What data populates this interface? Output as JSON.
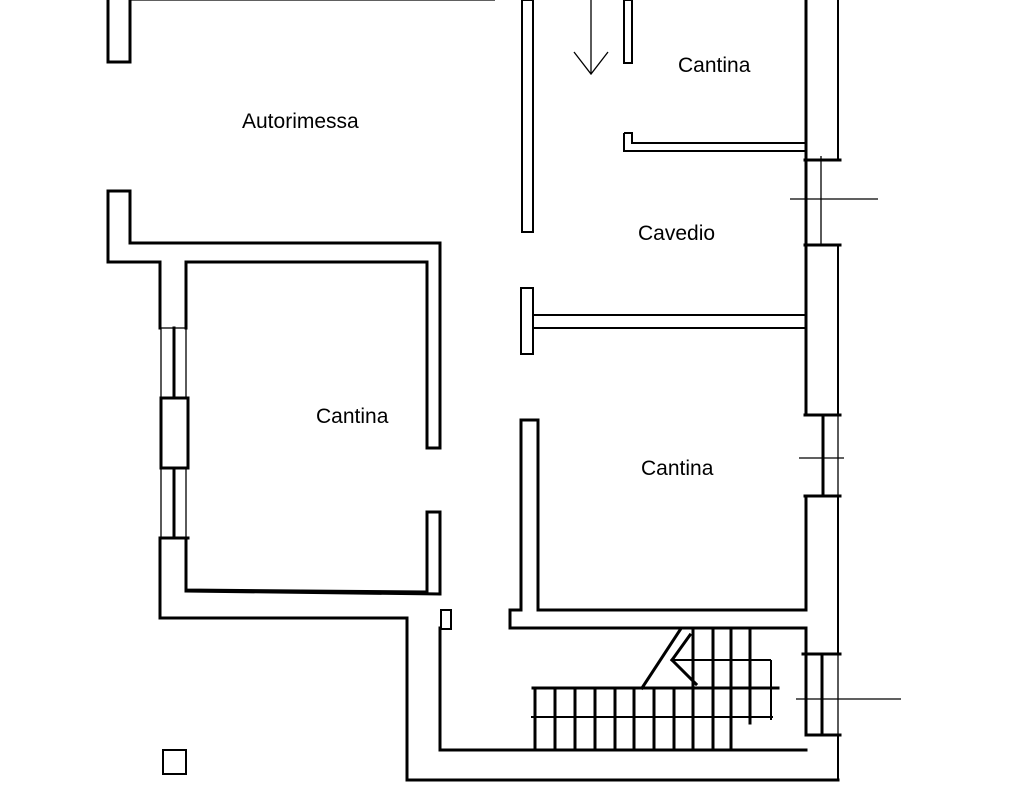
{
  "plan": {
    "type": "floor-plan",
    "background": "#ffffff",
    "line_color": "#000000",
    "rooms": [
      {
        "id": "autorimessa",
        "label": "Autorimessa"
      },
      {
        "id": "cantina-top",
        "label": "Cantina"
      },
      {
        "id": "cavedio",
        "label": "Cavedio"
      },
      {
        "id": "cantina-left",
        "label": "Cantina"
      },
      {
        "id": "cantina-right",
        "label": "Cantina"
      }
    ],
    "symbols": [
      "down-arrow",
      "staircase",
      "windows",
      "pillar"
    ]
  }
}
